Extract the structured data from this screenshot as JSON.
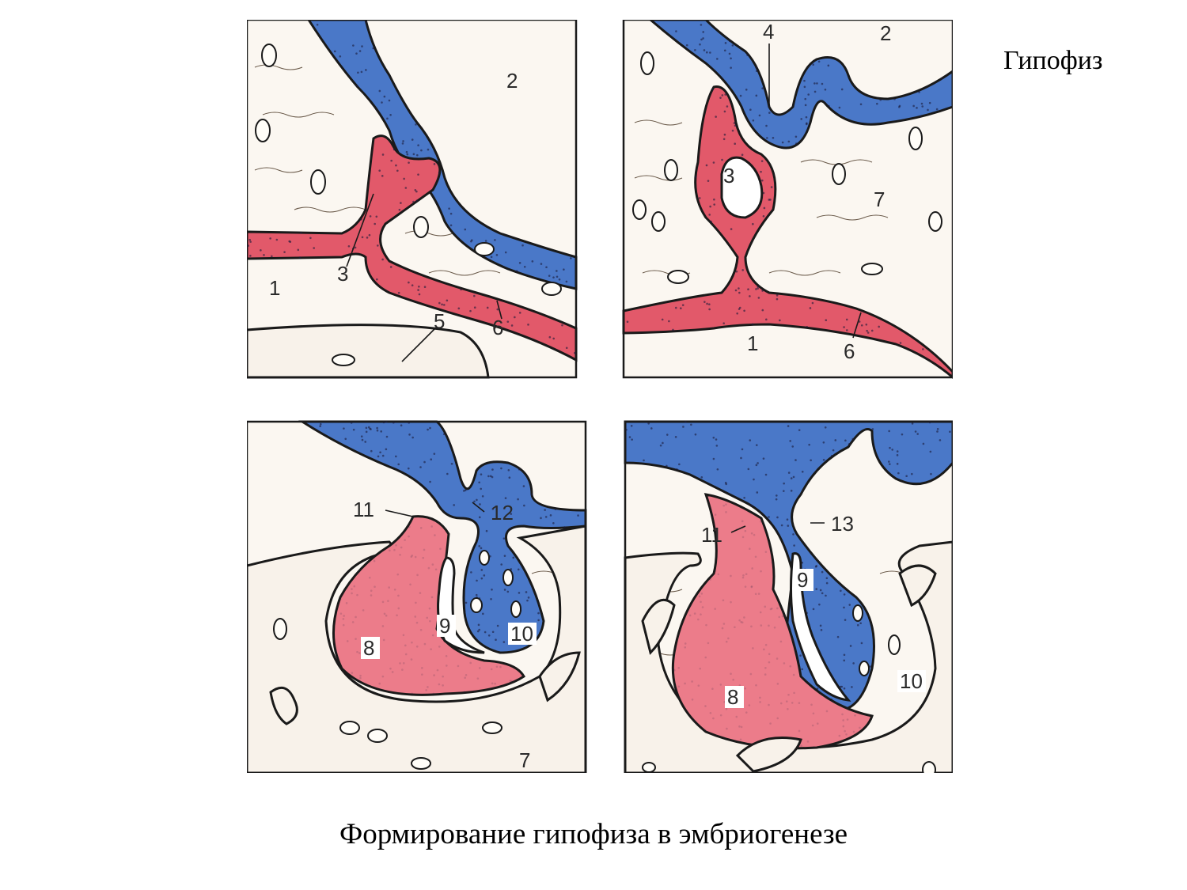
{
  "slide": {
    "title": "Гипофиз",
    "caption": "Формирование гипофиза в эмбриогенезе"
  },
  "colors": {
    "neural": "#4a78c8",
    "ectoderm": "#e2596a",
    "lobe": "#ec7c8a",
    "background": "#fbf7f1"
  },
  "panels": {
    "top_left": {
      "labels": [
        "1",
        "2",
        "3",
        "5",
        "6"
      ]
    },
    "top_right": {
      "labels": [
        "1",
        "2",
        "3",
        "4",
        "6",
        "7"
      ]
    },
    "bottom_left": {
      "labels": [
        "11",
        "12",
        "8",
        "9",
        "10",
        "7"
      ]
    },
    "bottom_right": {
      "labels": [
        "11",
        "13",
        "9",
        "8",
        "10"
      ]
    }
  }
}
